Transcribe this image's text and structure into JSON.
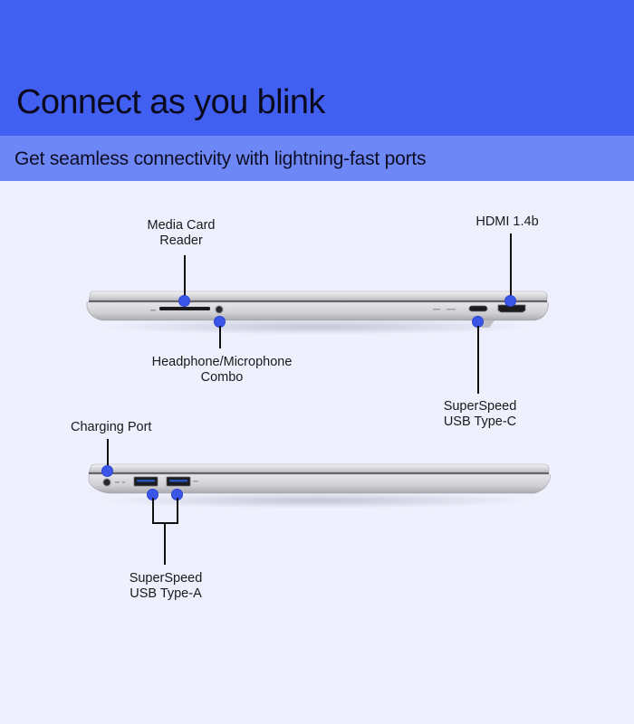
{
  "header": {
    "headline": "Connect as you blink",
    "subheadline": "Get seamless connectivity with lightning-fast ports",
    "colors": {
      "hero": "#4160f2",
      "subbar": "#6e87f6",
      "background": "#eef0fd",
      "callout_dot": "#3a55e8"
    }
  },
  "right_side_view": {
    "callouts": [
      {
        "line1": "Media Card",
        "line2": "Reader"
      },
      {
        "line1": "HDMI 1.4b",
        "line2": ""
      },
      {
        "line1": "Headphone/Microphone",
        "line2": "Combo"
      },
      {
        "line1": "SuperSpeed",
        "line2": "USB Type-C"
      }
    ]
  },
  "left_side_view": {
    "callouts": [
      {
        "line1": "Charging Port",
        "line2": ""
      },
      {
        "line1": "SuperSpeed",
        "line2": "USB Type-A"
      }
    ]
  }
}
